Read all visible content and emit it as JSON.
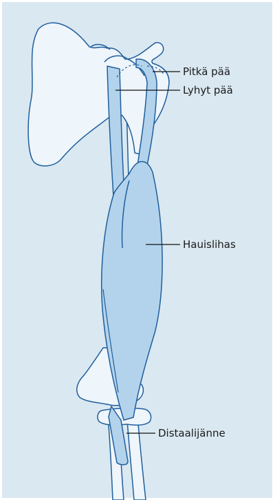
{
  "labels": {
    "long_head": "Pitkä pää",
    "short_head": "Lyhyt pää",
    "biceps": "Hauislihas",
    "distal_tendon": "Distaalijänne"
  },
  "colors": {
    "background": "#dae8f1",
    "bone_fill": "#eef5fb",
    "muscle_fill": "#b3d3ec",
    "outline": "#1f5e9c",
    "leader_line": "#111111"
  }
}
